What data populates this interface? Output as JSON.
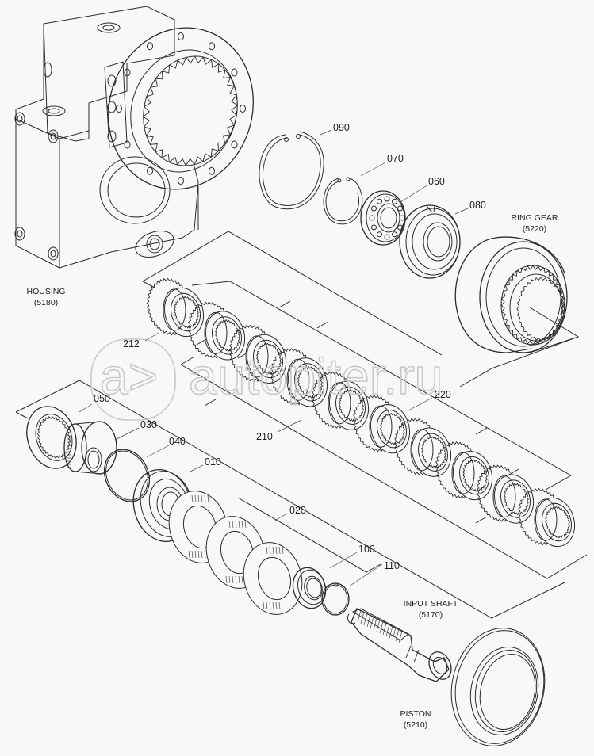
{
  "diagram": {
    "title": "Exploded parts view",
    "watermark": "autopiter.ru",
    "watermark_logo": "a>",
    "assemblies": [
      {
        "id": "housing",
        "name": "HOUSING",
        "code": "(5180)"
      },
      {
        "id": "ring-gear",
        "name": "RING GEAR",
        "code": "(5220)"
      },
      {
        "id": "input-shaft",
        "name": "INPUT SHAFT",
        "code": "(5170)"
      },
      {
        "id": "piston",
        "name": "PISTON",
        "code": "(5210)"
      }
    ],
    "part_numbers": [
      "090",
      "070",
      "060",
      "080",
      "212",
      "210",
      "220",
      "050",
      "030",
      "040",
      "010",
      "020",
      "100",
      "110"
    ]
  }
}
